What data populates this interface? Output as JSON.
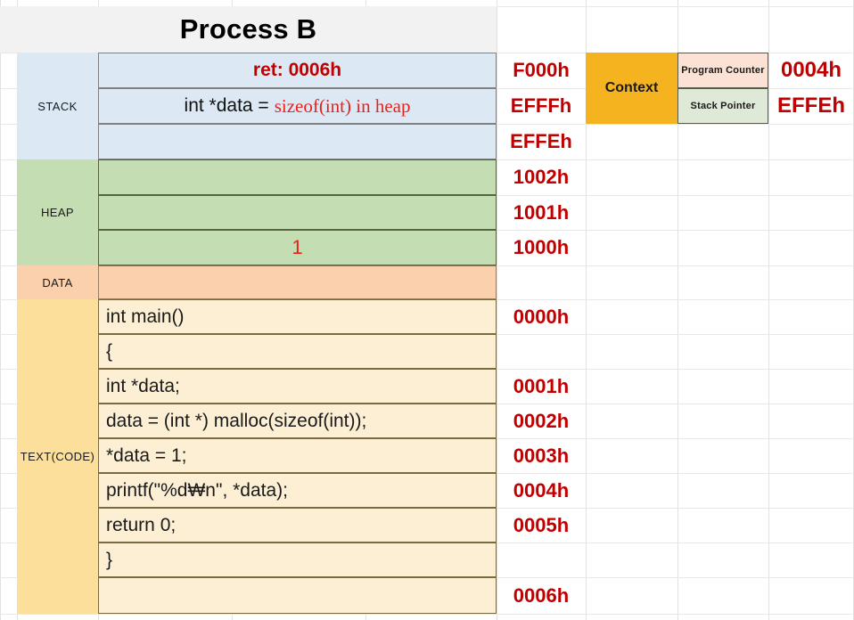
{
  "title": "Process B",
  "segments": [
    {
      "name": "stack-label",
      "label": "STACK"
    },
    {
      "name": "heap-label",
      "label": "HEAP"
    },
    {
      "name": "data-label",
      "label": "DATA"
    },
    {
      "name": "text-label",
      "label": "TEXT(CODE)"
    }
  ],
  "stack": {
    "rows": [
      {
        "text_prefix": "",
        "text_red": "ret: 0006h",
        "address": "F000h",
        "align": "center"
      },
      {
        "text_prefix": "int *data = ",
        "text_red": "sizeof(int) in heap",
        "address": "EFFFh",
        "align": "center"
      },
      {
        "text_prefix": "",
        "text_red": "",
        "address": "EFFEh",
        "align": "center"
      }
    ]
  },
  "heap": {
    "rows": [
      {
        "value": "",
        "address": "1002h"
      },
      {
        "value": "",
        "address": "1001h"
      },
      {
        "value": "1",
        "address": "1000h"
      }
    ]
  },
  "data_segment": {
    "rows": [
      {
        "value": "",
        "address": ""
      }
    ]
  },
  "text_segment": {
    "rows": [
      {
        "code": "int main()",
        "address": "0000h"
      },
      {
        "code": "{",
        "address": ""
      },
      {
        "code": "    int *data;",
        "address": "0001h"
      },
      {
        "code": "    data = (int *) malloc(sizeof(int));",
        "address": "0002h"
      },
      {
        "code": "    *data = 1;",
        "address": "0003h"
      },
      {
        "code": "    printf(\"%d₩n\", *data);",
        "address": "0004h"
      },
      {
        "code": "    return 0;",
        "address": "0005h"
      },
      {
        "code": "}",
        "address": ""
      },
      {
        "code": "",
        "address": "0006h"
      }
    ]
  },
  "context": {
    "label": "Context",
    "registers": [
      {
        "name": "Program Counter",
        "value": "0004h"
      },
      {
        "name": "Stack Pointer",
        "value": "EFFEh"
      }
    ]
  },
  "colors": {
    "stack_bg": "#dce9f5",
    "heap_bg": "#c5ddb2",
    "data_bg": "#fad0ad",
    "text_label_bg": "#fcdf9a",
    "text_code_bg": "#fcefd4",
    "context_bg": "#f5b320",
    "pc_bg": "#fbe2d5",
    "sp_bg": "#dfe9d8",
    "address_red": "#c00000",
    "title_bg": "#f2f2f2"
  }
}
